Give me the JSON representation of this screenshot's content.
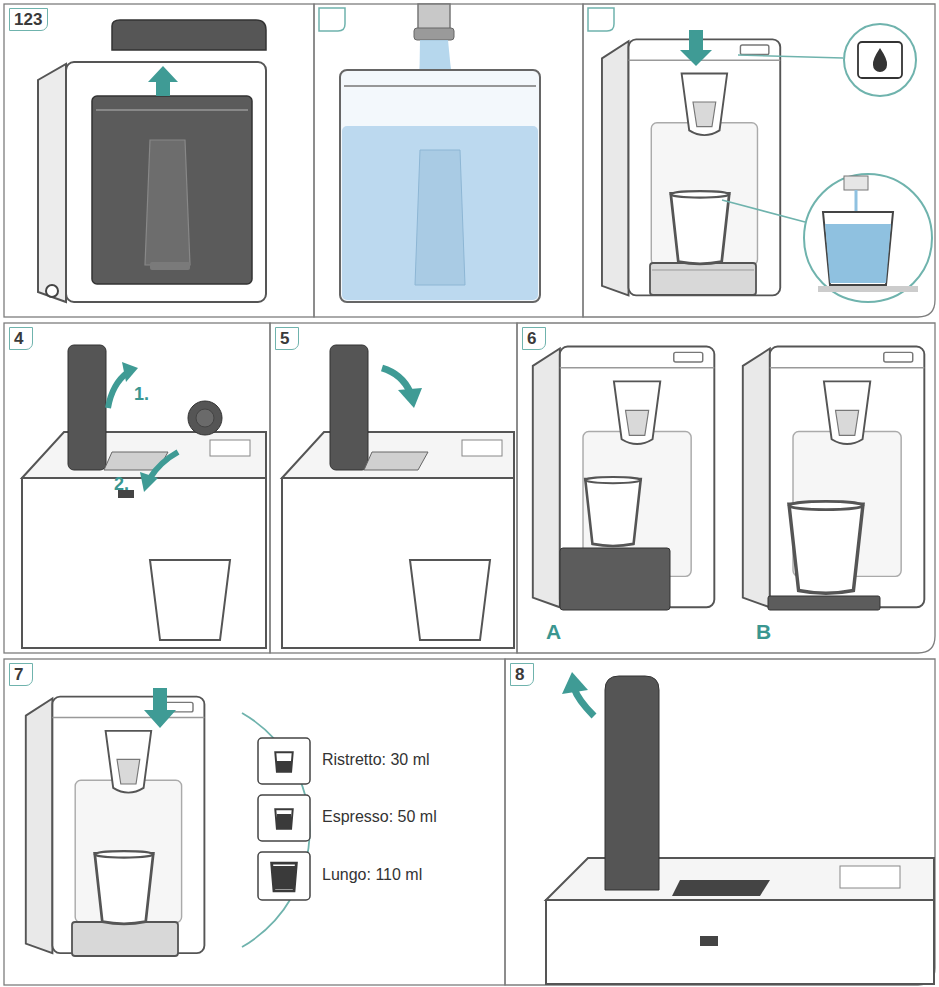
{
  "diagram": {
    "nodes": [
      {
        "text": [
          "123"
        ]
      },
      {
        "text": [
          "4"
        ]
      },
      {
        "text": [
          "5"
        ]
      },
      {
        "text": [
          "6"
        ]
      },
      {
        "text": [
          "7"
        ]
      },
      {
        "text": [
          "8"
        ]
      }
    ],
    "labels": [
      "1.",
      "2.",
      "A",
      "B",
      "Ristretto: 30 ml",
      "Espresso: 50 ml",
      "Lungo: 110 ml"
    ]
  }
}
